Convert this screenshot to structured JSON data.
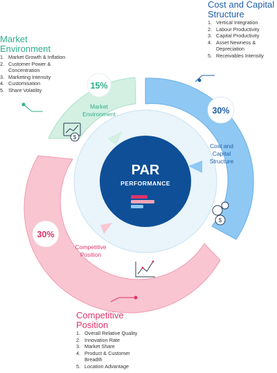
{
  "center": {
    "title": "PAR",
    "subtitle": "PERFORMANCE"
  },
  "segments": {
    "market": {
      "label": "Market\nEnvironment",
      "percent": "15%",
      "color": "#2fae8a"
    },
    "cost": {
      "label": "Cost and\nCapital\nStructure",
      "percent": "30%",
      "color": "#1f5fa8"
    },
    "competitive": {
      "label": "Competitive\nPosition",
      "percent": "30%",
      "color": "#e0336a"
    }
  },
  "blocks": {
    "market": {
      "title": "Market\nEnvironment",
      "items": [
        "Market Growth & Inflation",
        "Customer Power &\nConcentration",
        "Marketing Intensity",
        "Customisation",
        "Share Volatility"
      ]
    },
    "cost": {
      "title": "Cost and Capital\nStructure",
      "items": [
        "Vertical Integration",
        "Labour Productivity",
        "Capital Productivity",
        "Asset Newness &\nDepreciation",
        "Receivables Intensity"
      ]
    },
    "competitive": {
      "title": "Competitive\nPosition",
      "items": [
        "Overall Relative Quality",
        "Innovation Rate",
        "Market Share",
        "Product & Customer\nBreadth",
        "Location Advantage"
      ]
    }
  }
}
